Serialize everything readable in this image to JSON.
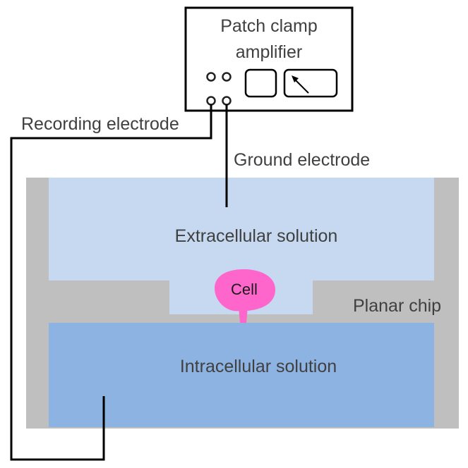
{
  "labels": {
    "amplifier_line1": "Patch clamp",
    "amplifier_line2": "amplifier",
    "recording_electrode": "Recording electrode",
    "ground_electrode": "Ground electrode",
    "extracellular": "Extracellular solution",
    "cell": "Cell",
    "planar_chip": "Planar chip",
    "intracellular": "Intracellular solution"
  },
  "colors": {
    "chip": "#bfbfbf",
    "extracellular": "#c6d9f0",
    "intracellular": "#8db3e2",
    "cell": "#ff66cc",
    "outline": "#000000"
  }
}
